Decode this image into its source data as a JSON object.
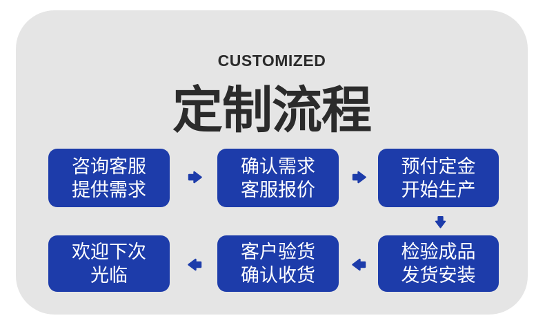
{
  "header": {
    "subtitle": "CUSTOMIZED",
    "title": "定制流程"
  },
  "flow": {
    "steps": [
      {
        "name": "consult",
        "lines": [
          "咨询客服",
          "提供需求"
        ]
      },
      {
        "name": "confirm",
        "lines": [
          "确认需求",
          "客服报价"
        ]
      },
      {
        "name": "deposit",
        "lines": [
          "预付定金",
          "开始生产"
        ]
      },
      {
        "name": "inspect",
        "lines": [
          "检验成品",
          "发货安装"
        ]
      },
      {
        "name": "receive",
        "lines": [
          "客户验货",
          "确认收货"
        ]
      },
      {
        "name": "welcome",
        "lines": [
          "欢迎下次",
          "光临"
        ]
      }
    ],
    "arrow_directions": [
      "right",
      "right",
      "down",
      "left",
      "left"
    ]
  },
  "colors": {
    "accent_blue": "#1d3caa",
    "card_background": "#e5e5e5",
    "page_background": "#ffffff",
    "title_ink": "#2b2b2b",
    "box_text": "#ffffff"
  }
}
